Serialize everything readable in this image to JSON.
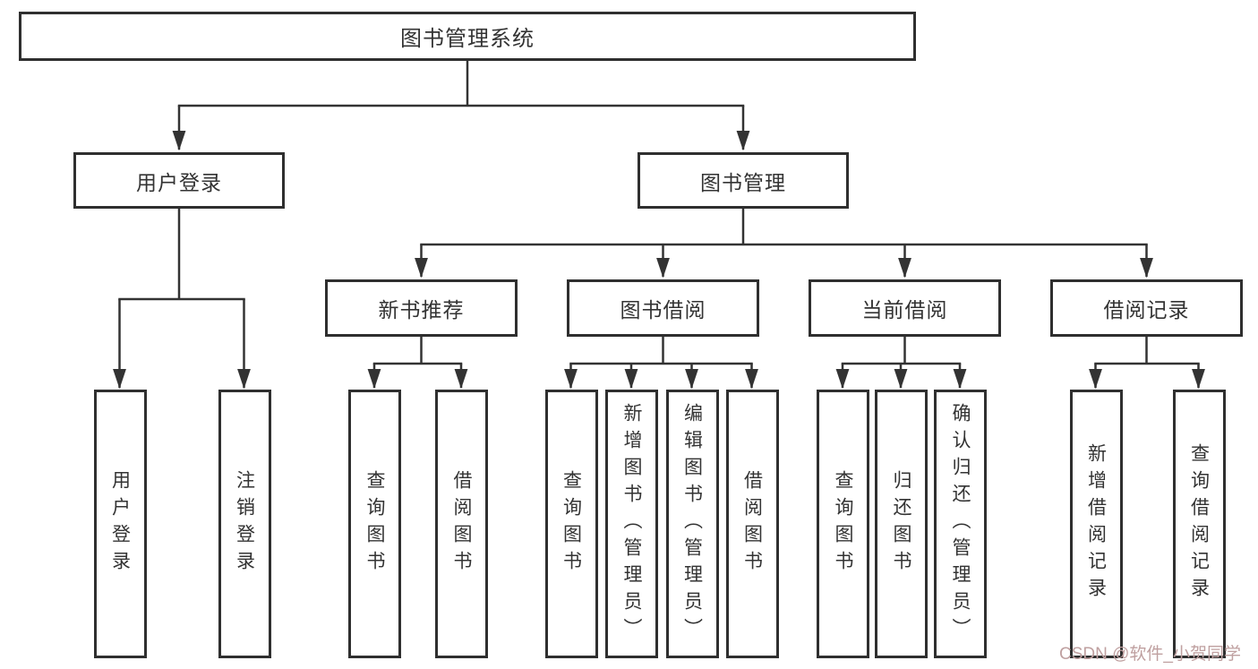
{
  "nodes": {
    "root": "图书管理系统",
    "user_login": "用户登录",
    "book_mgmt": "图书管理",
    "new_book_rec": "新书推荐",
    "book_borrow": "图书借阅",
    "current_borrow": "当前借阅",
    "borrow_record": "借阅记录",
    "leaf_user_login": "用户登录",
    "leaf_logout": "注销登录",
    "leaf_nbr_query": "查询图书",
    "leaf_nbr_borrow": "借阅图书",
    "leaf_bb_query": "查询图书",
    "leaf_bb_add": "新增图书（管理员）",
    "leaf_bb_edit": "编辑图书（管理员）",
    "leaf_bb_borrow": "借阅图书",
    "leaf_cb_query": "查询图书",
    "leaf_cb_return": "归还图书",
    "leaf_cb_confirm": "确认归还（管理员）",
    "leaf_br_add": "新增借阅记录",
    "leaf_br_query": "查询借阅记录"
  },
  "colors": {
    "line": "#333333",
    "text": "#333333",
    "watermark": "#bfa0a0"
  },
  "watermark": "CSDN @软件_小贺同学"
}
